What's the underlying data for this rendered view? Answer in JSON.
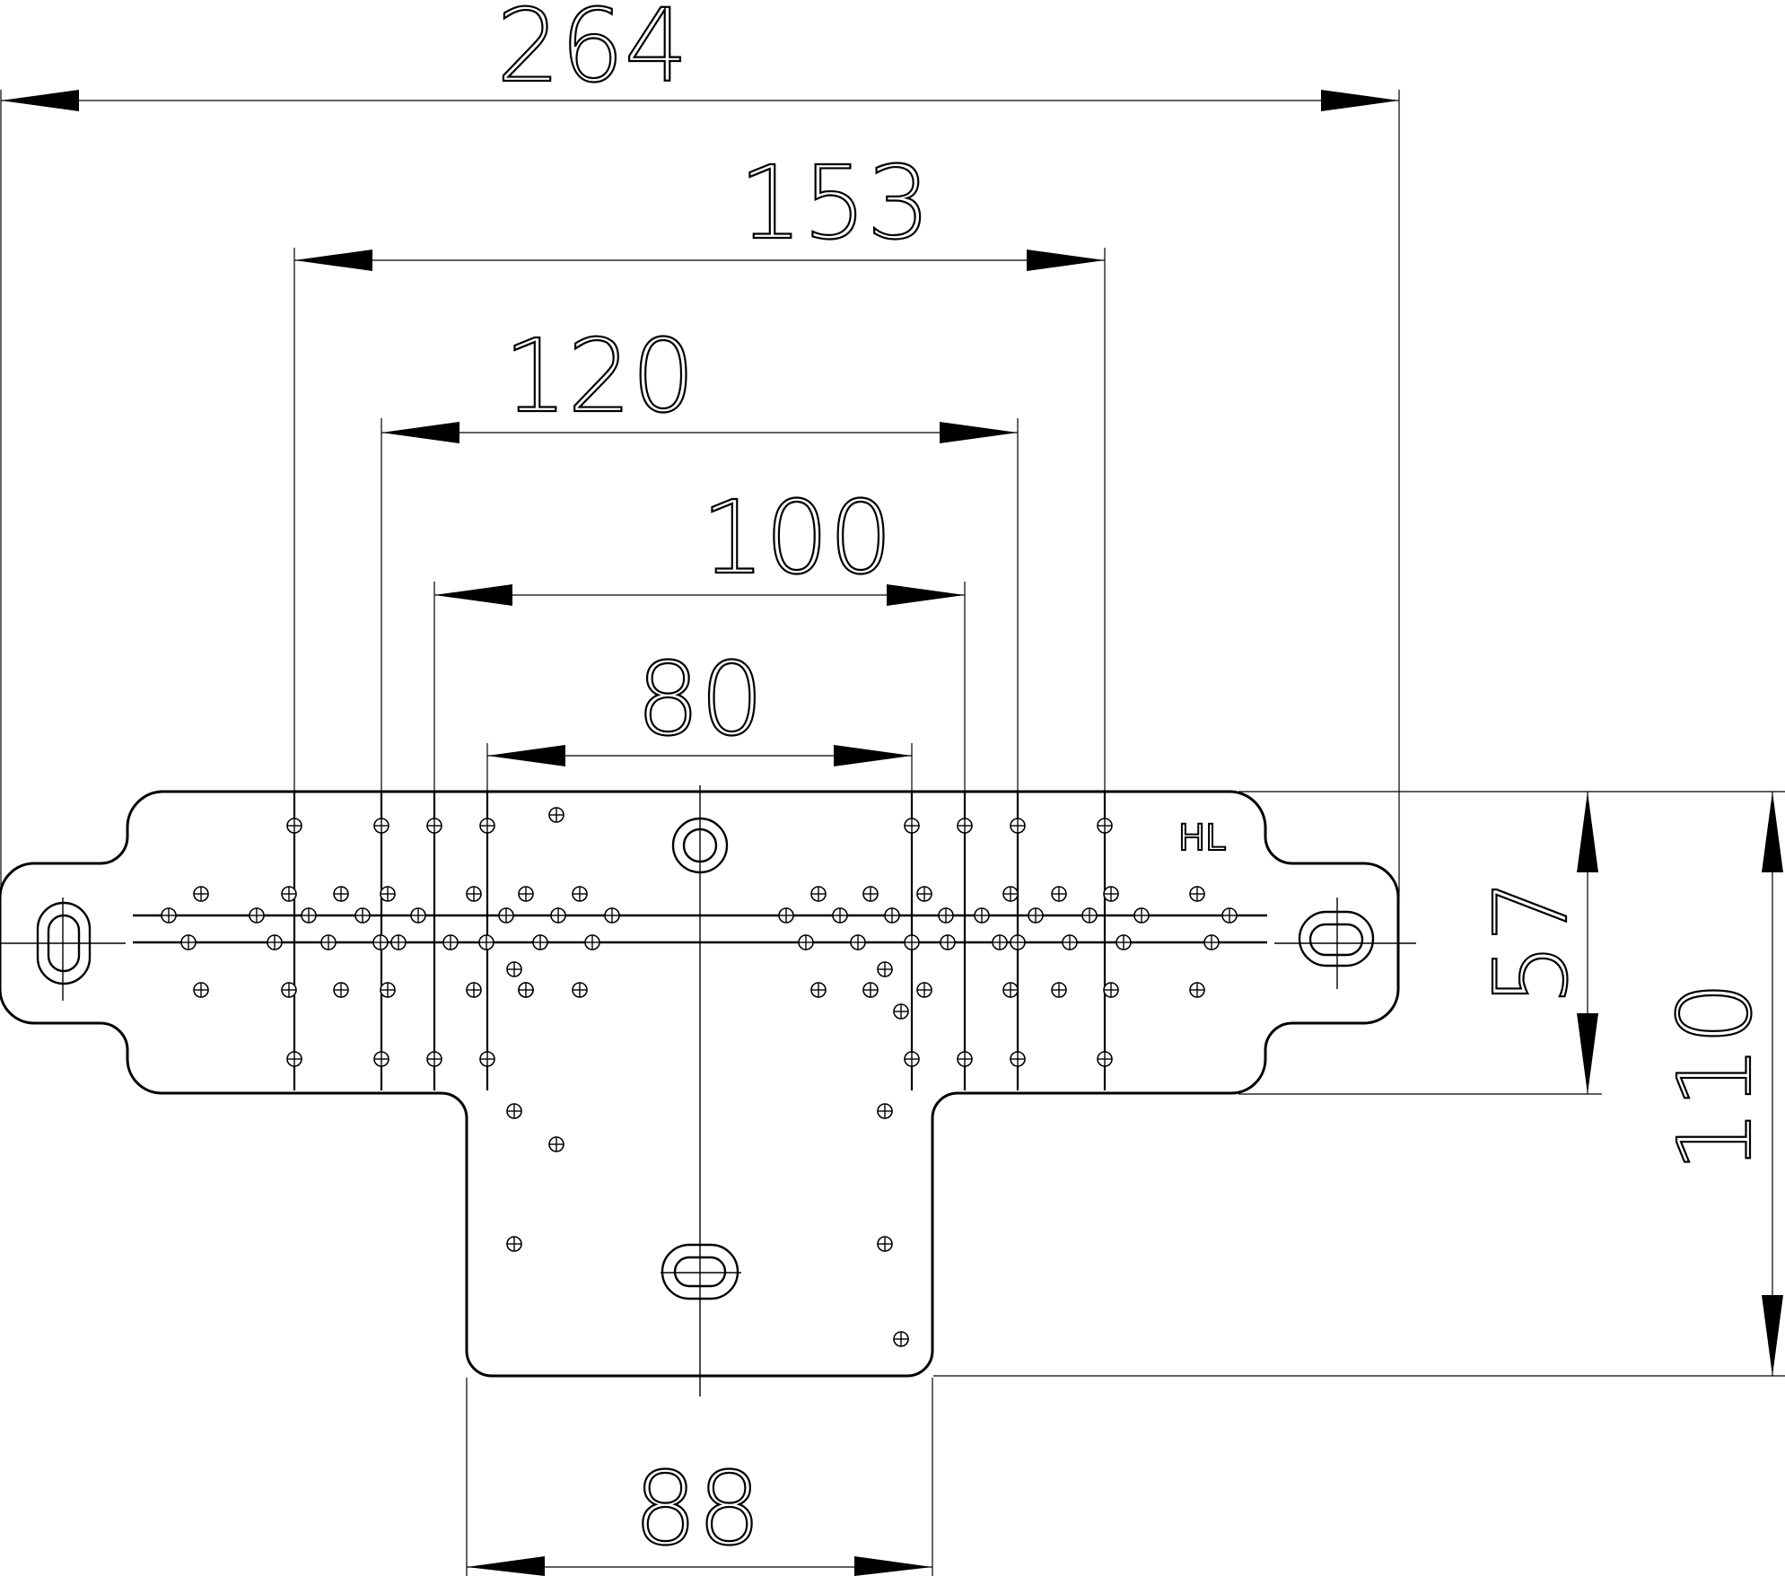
{
  "drawing": {
    "marking": "HL",
    "dimensions": {
      "overall_width": "264",
      "outer_hole_pitch": "153",
      "hole_pitch_2": "120",
      "hole_pitch_3": "100",
      "inner_hole_pitch": "80",
      "tab_width": "88",
      "arm_height": "57",
      "overall_height": "110"
    }
  }
}
